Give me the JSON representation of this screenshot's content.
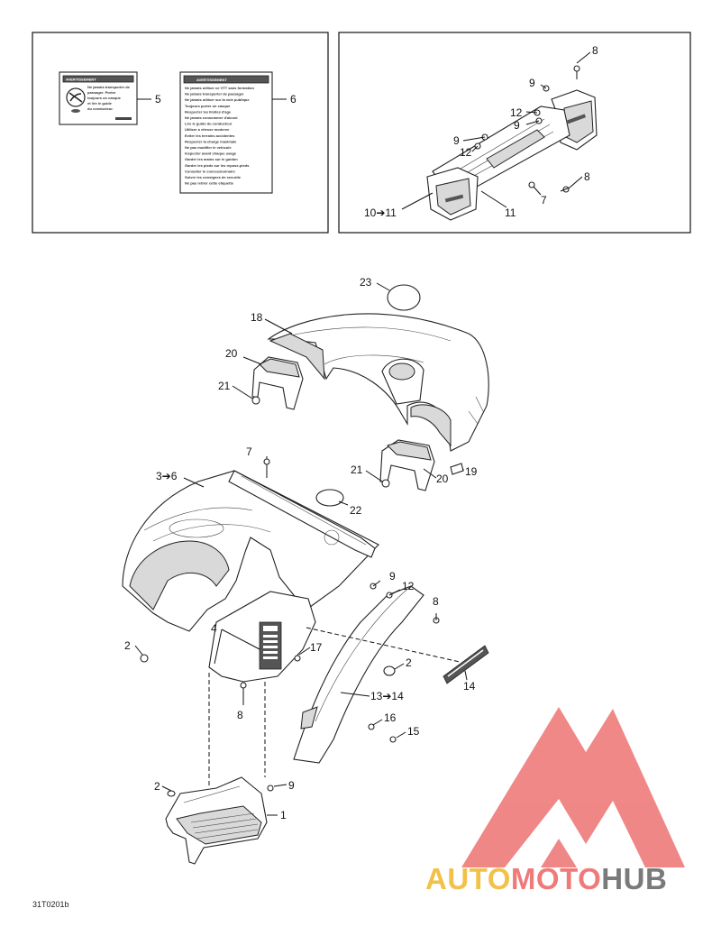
{
  "diagram": {
    "footer_code": "31T0201b",
    "warning_decal_small": {
      "heading": "AVERTISSEMENT",
      "lines": [
        "Ne jamais transporter de",
        "passager. Porter",
        "toujours un casque",
        "et lire le guide",
        "du conducteur."
      ]
    },
    "warning_decal_large": {
      "heading": "AVERTISSEMENT",
      "lines": [
        "Ne jamais utiliser ce VTT sans formation",
        "Ne jamais transporter de passager",
        "Ne jamais utiliser sur la voie publique",
        "Toujours porter un casque",
        "Respecter les limites d'age",
        "Ne jamais consommer d'alcool",
        "Lire le guide du conducteur",
        "Utiliser a vitesse moderee",
        "Eviter les terrains accidentes",
        "Respecter la charge maximale",
        "Ne pas modifier le vehicule",
        "Inspecter avant chaque usage",
        "Garder les mains sur le guidon",
        "Garder les pieds sur les repose-pieds",
        "Consulter le concessionnaire",
        "Suivre les consignes de securite",
        "Ne pas retirer cette etiquette"
      ]
    },
    "callouts": {
      "c5": "5",
      "c6": "6",
      "c8a": "8",
      "c9a": "9",
      "c12a": "12",
      "c9b": "9",
      "c9c": "9",
      "c12b": "12",
      "c8b": "8",
      "c7a": "7",
      "c1011": "10➔11",
      "c11": "11",
      "c23": "23",
      "c18": "18",
      "c20a": "20",
      "c21a": "21",
      "c21b": "21",
      "c20b": "20",
      "c19": "19",
      "c7b": "7",
      "c36": "3➔6",
      "c22": "22",
      "c9d": "9",
      "c12c": "12",
      "c8c": "8",
      "c4": "4",
      "c17": "17",
      "c2a": "2",
      "c2b": "2",
      "c8d": "8",
      "c1314": "13➔14",
      "c14": "14",
      "c16": "16",
      "c15": "15",
      "c2c": "2",
      "c9e": "9",
      "c1": "1"
    }
  },
  "watermark": {
    "word_left": "AUTO",
    "word_mid": "MOTO",
    "word_right": "HUB",
    "color_left": "#f2c14a",
    "color_mid": "#ef7a7a",
    "color_right": "#7a7a7a",
    "logo_color": "#ef7b7b"
  }
}
